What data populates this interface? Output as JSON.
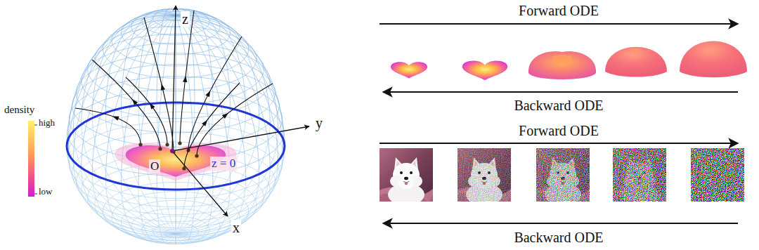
{
  "diagram": {
    "labels": [
      "z",
      "y",
      "x",
      "O",
      "z = 0",
      "density",
      "high",
      "low",
      "Forward ODE",
      "Backward ODE",
      "Forward ODE",
      "Backward ODE"
    ]
  }
}
